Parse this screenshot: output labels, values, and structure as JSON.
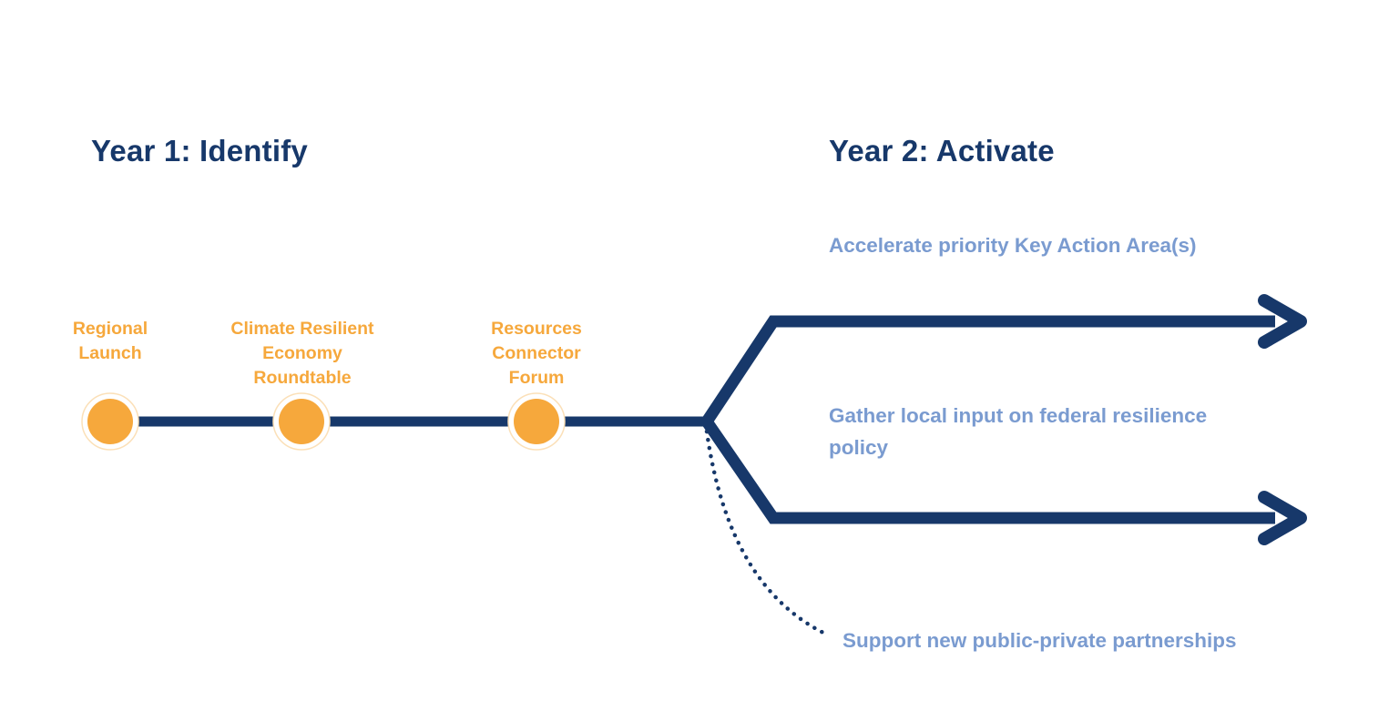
{
  "palette": {
    "background": "#ffffff",
    "navy": "#17386a",
    "light_blue": "#7a9bd0",
    "orange": "#f6a83c",
    "orange_ring": "#fbe0b8"
  },
  "headings": {
    "year1": "Year 1: Identify",
    "year2": "Year 2: Activate"
  },
  "timeline": {
    "milestones": [
      {
        "label": "Regional\nLaunch"
      },
      {
        "label": "Climate Resilient\nEconomy\nRoundtable"
      },
      {
        "label": "Resources\nConnector\nForum"
      }
    ],
    "branches": [
      {
        "label": "Accelerate priority Key Action Area(s)",
        "line_style": "solid-arrow"
      },
      {
        "label": "Gather local input on federal resilience policy",
        "line_style": "solid-arrow"
      },
      {
        "label": "Support new public-private partnerships",
        "line_style": "dotted-curve"
      }
    ]
  }
}
